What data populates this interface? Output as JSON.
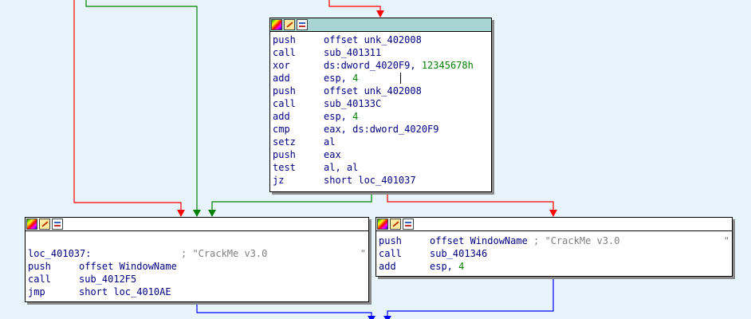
{
  "colors": {
    "background": "#e8f4fc",
    "edge_true": "#008000",
    "edge_false": "#ff0000",
    "edge_uncond": "#0000ff",
    "header_active": "#a8d4d4"
  },
  "header_icons": [
    "color-icon",
    "edit-icon",
    "graph-icon"
  ],
  "block_main": {
    "lines": [
      {
        "mnemonic": "push",
        "operands": "offset unk_402008",
        "number": "",
        "comment": ""
      },
      {
        "mnemonic": "call",
        "operands": "sub_401311",
        "number": "",
        "comment": ""
      },
      {
        "mnemonic": "xor",
        "operands": "ds:dword_4020F9, ",
        "number": "12345678h",
        "comment": ""
      },
      {
        "mnemonic": "add",
        "operands": "esp, ",
        "number": "4",
        "comment": ""
      },
      {
        "mnemonic": "push",
        "operands": "offset unk_402008",
        "number": "",
        "comment": ""
      },
      {
        "mnemonic": "call",
        "operands": "sub_40133C",
        "number": "",
        "comment": ""
      },
      {
        "mnemonic": "add",
        "operands": "esp, ",
        "number": "4",
        "comment": ""
      },
      {
        "mnemonic": "cmp",
        "operands": "eax, ds:dword_4020F9",
        "number": "",
        "comment": ""
      },
      {
        "mnemonic": "setz",
        "operands": "al",
        "number": "",
        "comment": ""
      },
      {
        "mnemonic": "push",
        "operands": "eax",
        "number": "",
        "comment": ""
      },
      {
        "mnemonic": "test",
        "operands": "al, al",
        "number": "",
        "comment": ""
      },
      {
        "mnemonic": "jz",
        "operands": "short loc_401037",
        "number": "",
        "comment": ""
      }
    ]
  },
  "block_left": {
    "label": "loc_401037:",
    "label_comment": "; \"CrackMe v3.0",
    "label_comment_end": "\"",
    "lines": [
      {
        "mnemonic": "push",
        "operands": "offset WindowName",
        "number": "",
        "comment": ""
      },
      {
        "mnemonic": "call",
        "operands": "sub_4012F5",
        "number": "",
        "comment": ""
      },
      {
        "mnemonic": "jmp",
        "operands": "short loc_4010AE",
        "number": "",
        "comment": ""
      }
    ]
  },
  "block_right": {
    "lines": [
      {
        "mnemonic": "push",
        "operands": "offset WindowName ",
        "number": "",
        "comment": "; \"CrackMe v3.0"
      },
      {
        "mnemonic": "call",
        "operands": "sub_401346",
        "number": "",
        "comment": ""
      },
      {
        "mnemonic": "add",
        "operands": "esp, ",
        "number": "4",
        "comment": ""
      }
    ],
    "first_line_comment_end": "\""
  }
}
